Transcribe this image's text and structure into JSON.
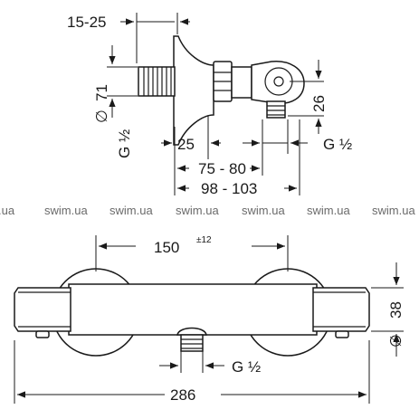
{
  "top_view": {
    "dim_wall_gap": "15-25",
    "dim_diameter_prefix": "∅",
    "dim_diameter_value": "71",
    "dim_thread_left": "G ½",
    "dim_offset_25": "25",
    "dim_thread_right": "G ½",
    "dim_height_26": "26",
    "dim_75_80": "75 - 80",
    "dim_98_103": "98 - 103"
  },
  "watermarks": [
    ".ua",
    "swim.ua",
    "swim.ua",
    "swim.ua",
    "swim.ua",
    "swim.ua",
    "swim.ua"
  ],
  "front_view": {
    "dim_150": "150",
    "dim_150_tol": "±12",
    "dim_38_prefix": "∅",
    "dim_38": "38",
    "dim_outlet_thread": "G ½",
    "dim_286": "286"
  }
}
